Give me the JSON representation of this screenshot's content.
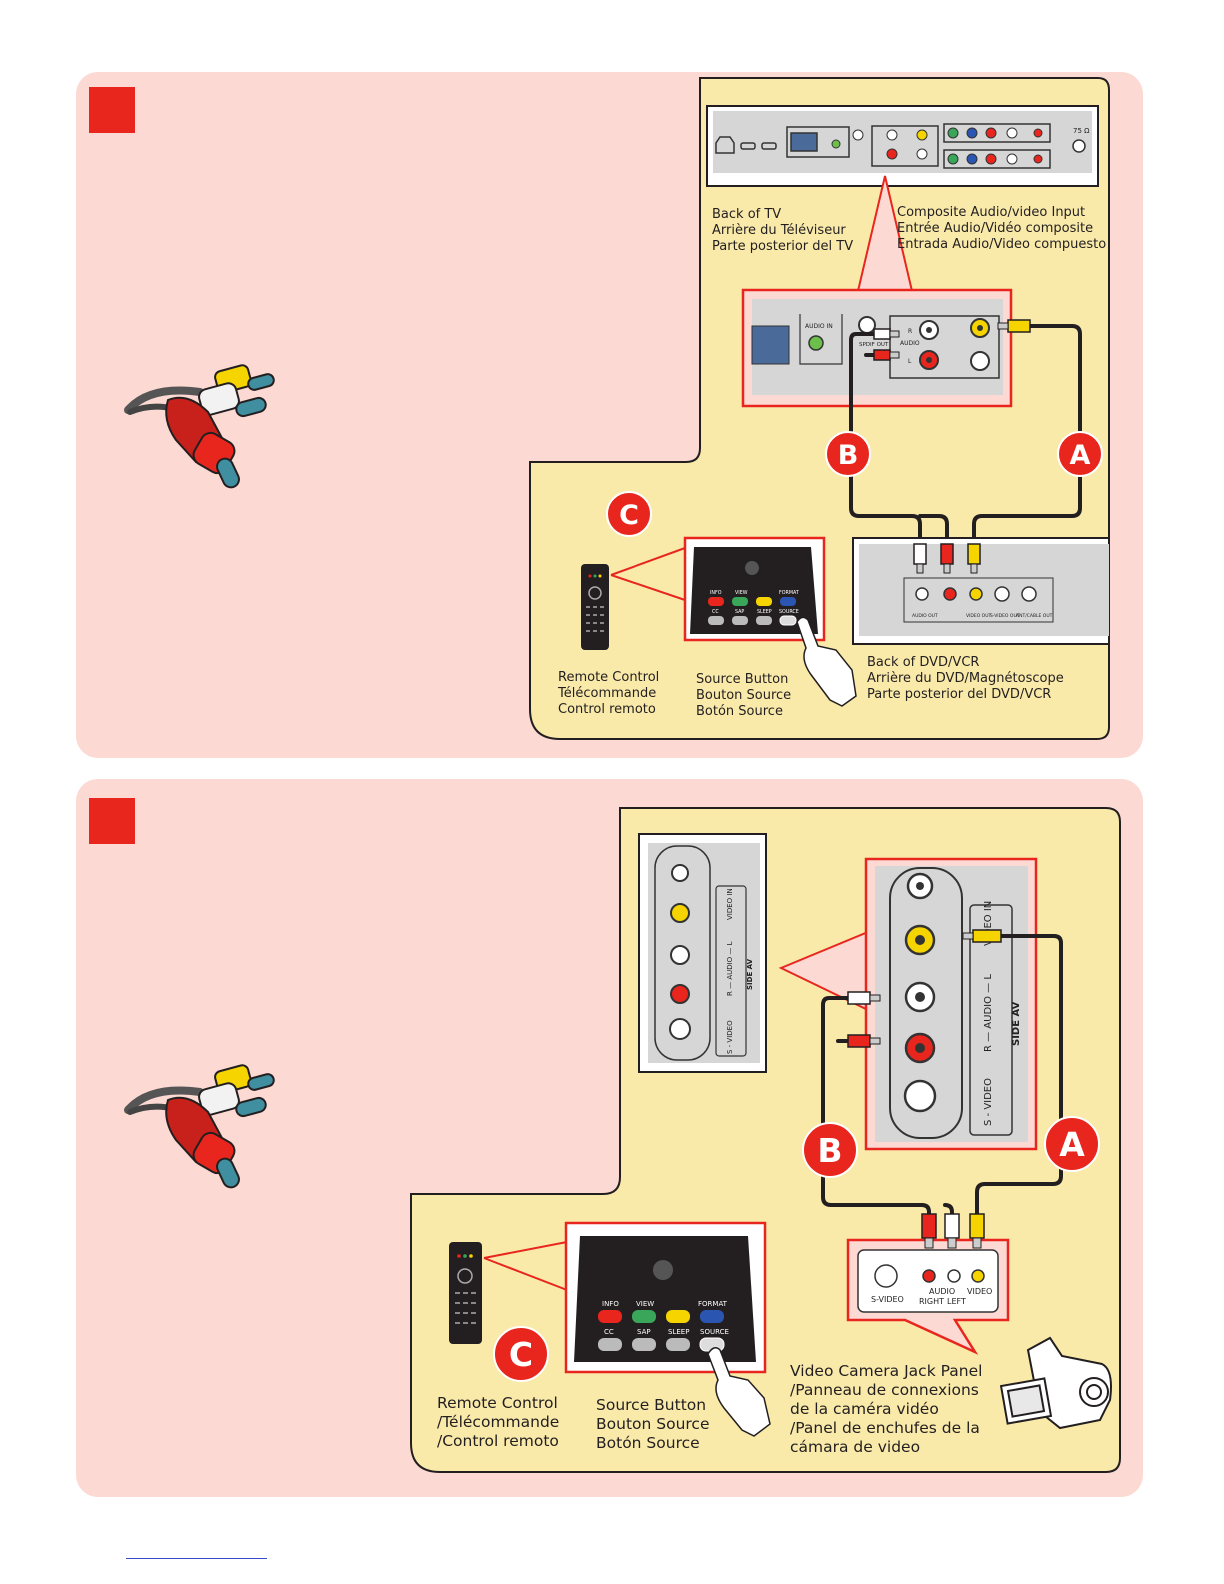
{
  "panel1": {
    "tv_label": [
      "Back of TV",
      "Arrière du Téléviseur",
      "Parte posterior del TV"
    ],
    "composite_label": [
      "Composite Audio/video Input",
      "Entrée Audio/Vidéo composite",
      "Entrada Audio/Video compuesto"
    ],
    "dvd_label": [
      "Back of DVD/VCR",
      "Arrière du DVD/Magnétoscope",
      "Parte posterior del DVD/VCR"
    ],
    "remote_label": [
      "Remote Control",
      "Télécommande",
      "Control remoto"
    ],
    "source_label": [
      "Source Button",
      "Bouton Source",
      "Botón Source"
    ],
    "badges": {
      "a": "A",
      "b": "B",
      "c": "C"
    },
    "jack_texts": {
      "audio_in": "AUDIO IN",
      "spdif": "SPDIF OUT",
      "audio": "AUDIO",
      "r": "R",
      "l": "L",
      "ohm": "75 Ω",
      "audio_out": "AUDIO OUT",
      "video_out": "VIDEO OUT",
      "svideo_out": "S-VIDEO OUT",
      "antenna_out": "ANT/CABLE OUT"
    }
  },
  "panel2": {
    "camera_label": [
      "Video Camera Jack Panel",
      "/Panneau de connexions",
      "de la caméra vidéo",
      "/Panel de enchufes de la",
      "cámara de video"
    ],
    "remote_label": [
      "Remote Control",
      "/Télécommande",
      "/Control remoto"
    ],
    "source_label": [
      "Source Button",
      "Bouton Source",
      "Botón Source"
    ],
    "badges": {
      "a": "A",
      "b": "B",
      "c": "C"
    },
    "side_texts": {
      "video_in": "VIDEO IN",
      "audio": "R — AUDIO — L",
      "side_av": "SIDE AV",
      "svideo": "S - VIDEO"
    },
    "cam_texts": {
      "svideo": "S-VIDEO",
      "audio": "AUDIO",
      "right": "RIGHT",
      "left": "LEFT",
      "video": "VIDEO"
    }
  },
  "remote_buttons": {
    "info": "INFO",
    "view": "VIEW",
    "format": "FORMAT",
    "cc": "CC",
    "sap": "SAP",
    "sleep": "SLEEP",
    "source": "SOURCE"
  },
  "colors": {
    "panel_bg": "#fcd9d2",
    "diagram_bg": "#f9eaaa",
    "accent_red": "#e8261e"
  }
}
